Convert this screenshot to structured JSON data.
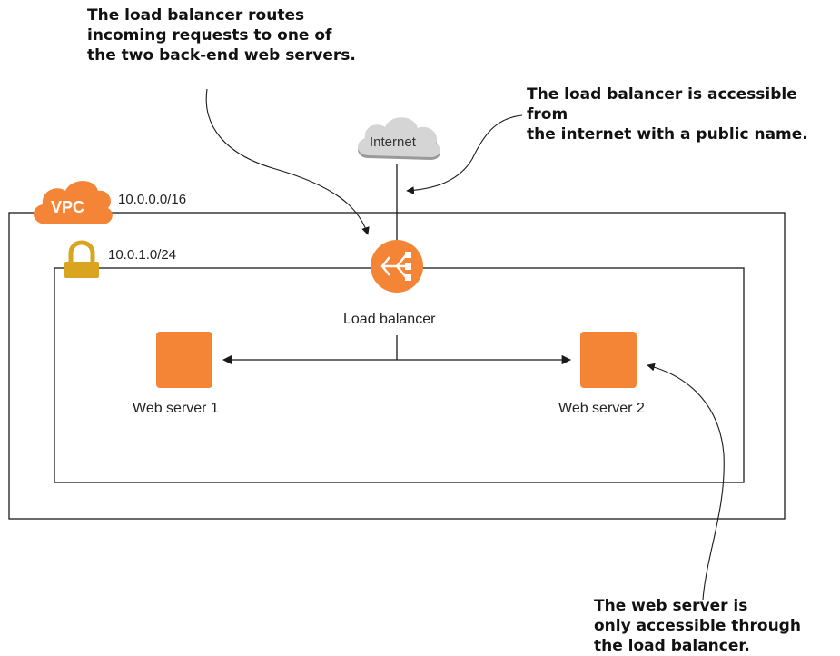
{
  "annotations": {
    "lb_routes": [
      "The load balancer routes",
      "incoming requests to one of",
      "the two back-end web servers."
    ],
    "lb_public": [
      "The load balancer is accessible from",
      "the internet with a public name."
    ],
    "ws_access": [
      "The web server is",
      "only accessible through",
      "the load balancer."
    ]
  },
  "nodes": {
    "internet": "Internet",
    "vpc_badge": "VPC",
    "vpc_cidr": "10.0.0.0/16",
    "subnet_cidr": "10.0.1.0/24",
    "load_balancer": "Load balancer",
    "web_server_1": "Web server 1",
    "web_server_2": "Web server 2"
  },
  "colors": {
    "aws_orange": "#F58536",
    "lock_gold": "#D9A520",
    "cloud_gray": "#D5D5D5",
    "line": "#1A1A1A"
  },
  "icons": {
    "cloud": "cloud-icon",
    "vpc": "vpc-cloud-icon",
    "lock": "lock-icon",
    "load_balancer": "load-balancer-icon",
    "server": "ec2-instance-icon"
  }
}
